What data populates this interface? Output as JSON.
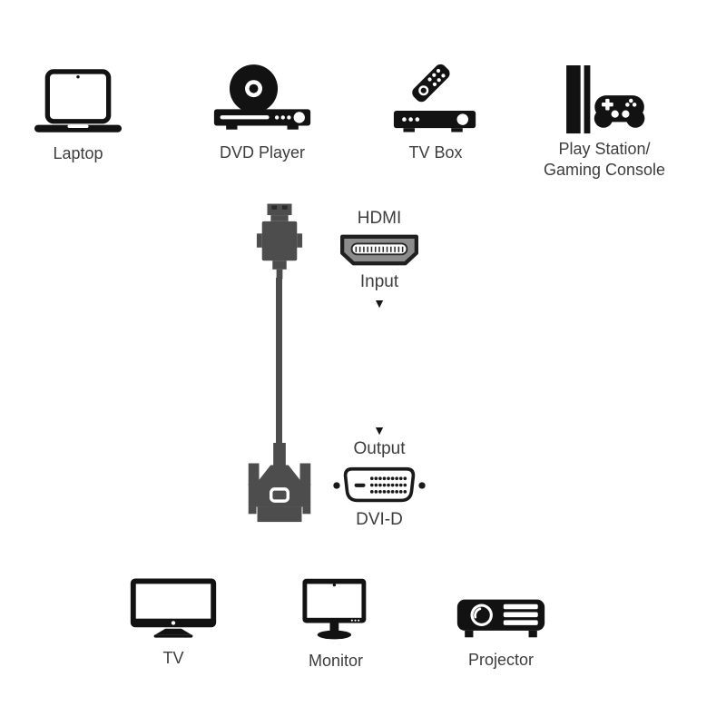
{
  "colors": {
    "background": "#ffffff",
    "icon_black": "#121212",
    "cable_gray": "#4d4d4d",
    "hdmi_port_gray": "#8c8c8c",
    "label_text": "#3d3d3d"
  },
  "top_devices": [
    {
      "name": "laptop",
      "label": "Laptop"
    },
    {
      "name": "dvd-player",
      "label": "DVD Player"
    },
    {
      "name": "tv-box",
      "label": "TV Box"
    },
    {
      "name": "gaming-console",
      "label_line1": "Play Station/",
      "label_line2": "Gaming Console"
    }
  ],
  "cable": {
    "input_port": "HDMI",
    "input_label": "Input",
    "input_arrow": "▼",
    "output_arrow": "▼",
    "output_label": "Output",
    "output_port": "DVI-D"
  },
  "bottom_devices": [
    {
      "name": "tv",
      "label": "TV"
    },
    {
      "name": "monitor",
      "label": "Monitor"
    },
    {
      "name": "projector",
      "label": "Projector"
    }
  ]
}
